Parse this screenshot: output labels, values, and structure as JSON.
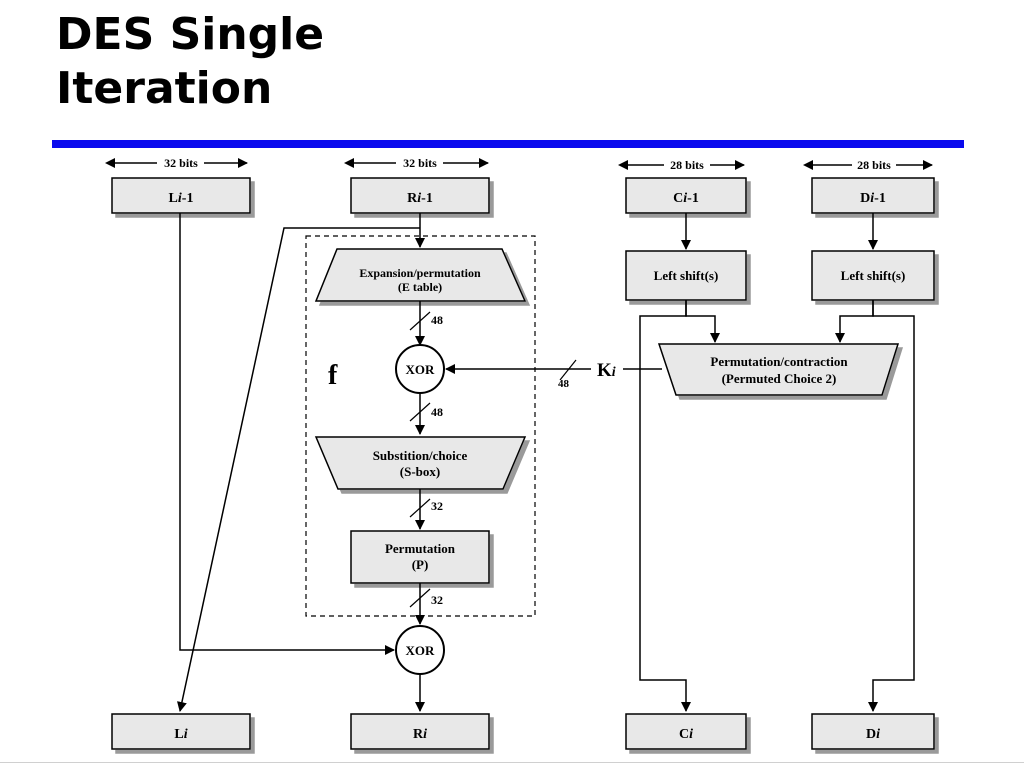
{
  "title": "DES Single\nIteration",
  "labels": {
    "l_width": "32 bits",
    "r_width": "32 bits",
    "c_width": "28 bits",
    "d_width": "28 bits",
    "l_in_base": "L",
    "l_in_sub": "i",
    "l_in_suffix": "-1",
    "r_in_base": "R",
    "r_in_sub": "i",
    "r_in_suffix": "-1",
    "c_in_base": "C",
    "c_in_sub": "i",
    "c_in_suffix": "-1",
    "d_in_base": "D",
    "d_in_sub": "i",
    "d_in_suffix": "-1",
    "expansion_line1": "Expansion/permutation",
    "expansion_line2": "(E table)",
    "xor_label": "XOR",
    "f_label": "f",
    "substitution_line1": "Substition/choice",
    "substitution_line2": "(S-box)",
    "permutation_line1": "Permutation",
    "permutation_line2": "(P)",
    "output_xor_label": "XOR",
    "left_shift_c": "Left shift(s)",
    "left_shift_d": "Left shift(s)",
    "pc2_line1": "Permutation/contraction",
    "pc2_line2": "(Permuted Choice 2)",
    "key_base": "K",
    "key_sub": "i",
    "bits_48_a": "48",
    "bits_48_b": "48",
    "bits_48_key": "48",
    "bits_32_a": "32",
    "bits_32_b": "32",
    "l_out_base": "L",
    "l_out_sub": "i",
    "r_out_base": "R",
    "r_out_sub": "i",
    "c_out_base": "C",
    "c_out_sub": "i",
    "d_out_base": "D",
    "d_out_sub": "i"
  }
}
